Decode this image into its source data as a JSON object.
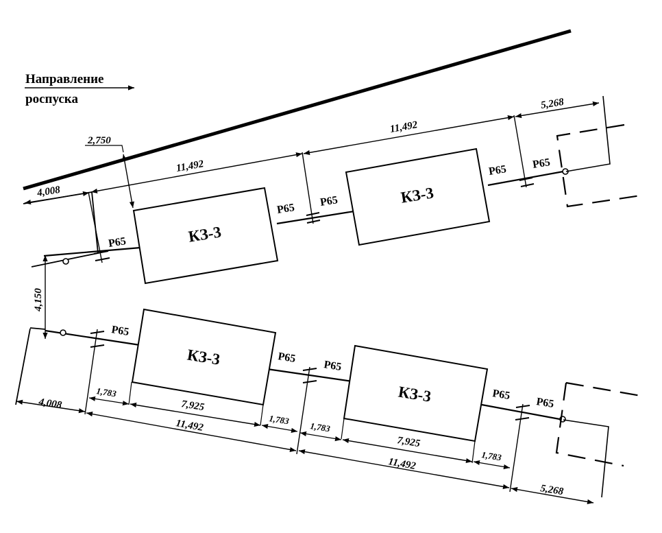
{
  "direction": {
    "line1": "Направление",
    "line2": "роспуска"
  },
  "rail_label": "Р65",
  "unit_label": "КЗ-3",
  "dims": {
    "top_pitch_1": "11,492",
    "top_pitch_2": "11,492",
    "top_end": "5,268",
    "clearance": "2,750",
    "top_left": "4,008",
    "track_spacing": "4,150",
    "bottom_left": "4,008",
    "gap_1": "1,783",
    "unit_len_1": "7,925",
    "gap_2": "1,783",
    "gap_3": "1,783",
    "unit_len_2": "7,925",
    "gap_4": "1,783",
    "bottom_pitch_1": "11,492",
    "bottom_pitch_2": "11,492",
    "bottom_end": "5,268"
  }
}
